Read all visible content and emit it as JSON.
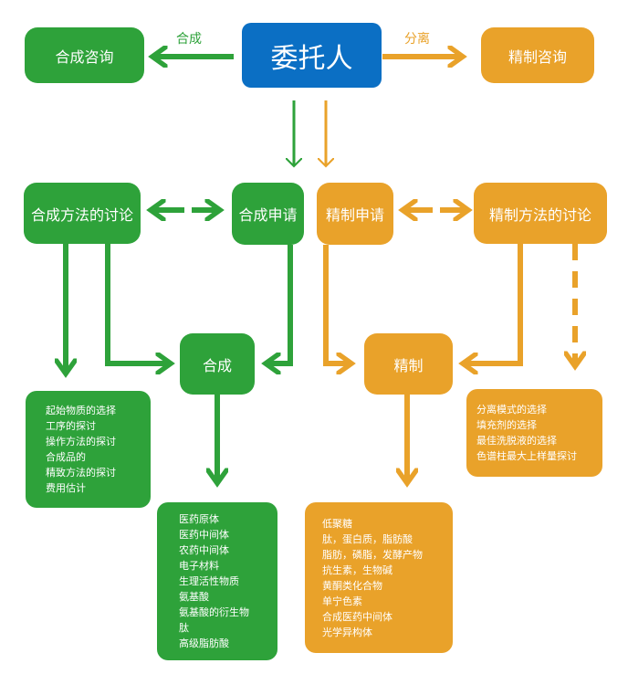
{
  "colors": {
    "green": "#2ea23a",
    "orange": "#e9a22a",
    "blue": "#0b6fc4"
  },
  "client": "委托人",
  "synthesis_consult": "合成咨询",
  "refine_consult": "精制咨询",
  "label_synthesis": "合成",
  "label_separation": "分离",
  "synth_method_discussion": "合成方法的讨论",
  "synth_application": "合成申请",
  "refine_application": "精制申请",
  "refine_method_discussion": "精制方法的讨论",
  "synthesis": "合成",
  "refining": "精制",
  "synth_method_items": [
    "起始物质的选择",
    "工序的探讨",
    "操作方法的探讨",
    "合成品的",
    "精致方法的探讨",
    "费用估计"
  ],
  "refine_method_items": [
    "分离模式的选择",
    "填充剂的选择",
    "最佳洗脱液的选择",
    "色谱柱最大上样量探讨"
  ],
  "synth_products": [
    "医药原体",
    "医药中间体",
    "农药中间体",
    "电子材料",
    "生理活性物质",
    "氨基酸",
    "氨基酸的衍生物",
    "肽",
    "高级脂肪酸"
  ],
  "refine_products": [
    "低聚糖",
    "肽，蛋白质，脂肪酸",
    "脂肪，磷脂，发酵产物",
    "抗生素，生物碱",
    "黄酮类化合物",
    "单宁色素",
    "合成医药中间体",
    "光学异构体"
  ]
}
